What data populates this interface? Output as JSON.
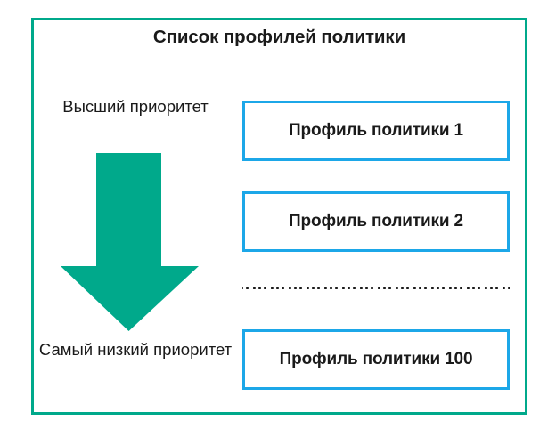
{
  "diagram": {
    "title": "Список профилей политики",
    "frame_color": "#00a98b",
    "box_border_color": "#1ca7e8",
    "arrow_color": "#00a98b",
    "background": "#ffffff"
  },
  "priority_axis": {
    "top_label": "Высший приоритет",
    "bottom_label": "Самый низкий приоритет",
    "arrow_icon": "arrow-down-icon",
    "direction": "down"
  },
  "profiles": [
    {
      "label": "Профиль политики 1"
    },
    {
      "label": "Профиль политики 2"
    },
    {
      "label": "Профиль политики 100"
    }
  ],
  "continuation": {
    "dots": "…………………………………………"
  }
}
